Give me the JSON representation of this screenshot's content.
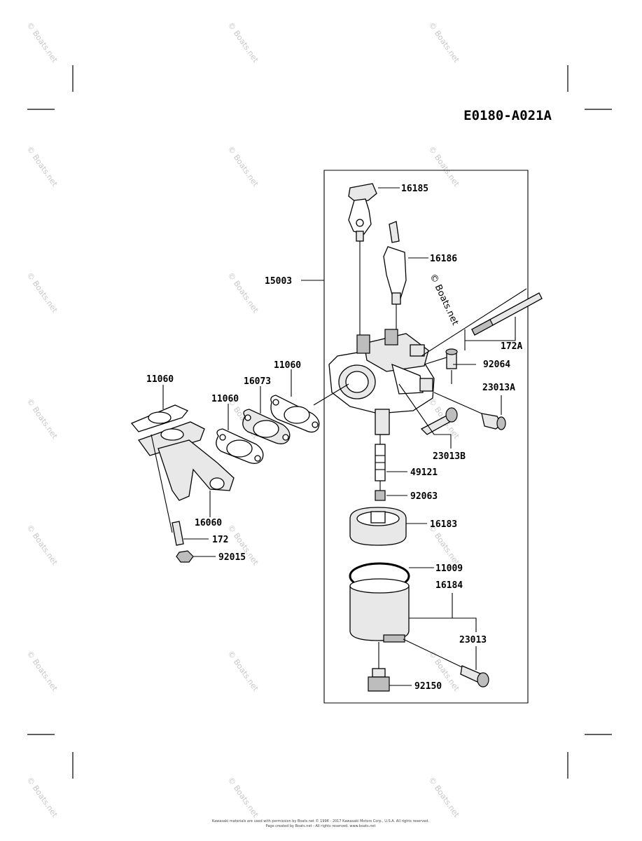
{
  "diagram_code": "E0180-A021A",
  "watermark": "© Boats.net",
  "footer": {
    "line1": "Kawasaki materials are used with permission by Boats.net © 1996 - 2017 Kawasaki Motors Corp., U.S.A. All rights reserved.",
    "line2": "Page created by Boats.net - All rights reserved. www.boats.net"
  },
  "parts": {
    "p16185": "16185",
    "p16186": "16186",
    "p15003": "15003",
    "p172A": "172A",
    "p92064": "92064",
    "p23013A": "23013A",
    "p11060a": "11060",
    "p11060b": "11060",
    "p11060c": "11060",
    "p16073": "16073",
    "p16060": "16060",
    "p172": "172",
    "p92015": "92015",
    "p23013B": "23013B",
    "p49121": "49121",
    "p92063": "92063",
    "p16183": "16183",
    "p11009": "11009",
    "p16184": "16184",
    "p23013": "23013",
    "p92150": "92150"
  }
}
